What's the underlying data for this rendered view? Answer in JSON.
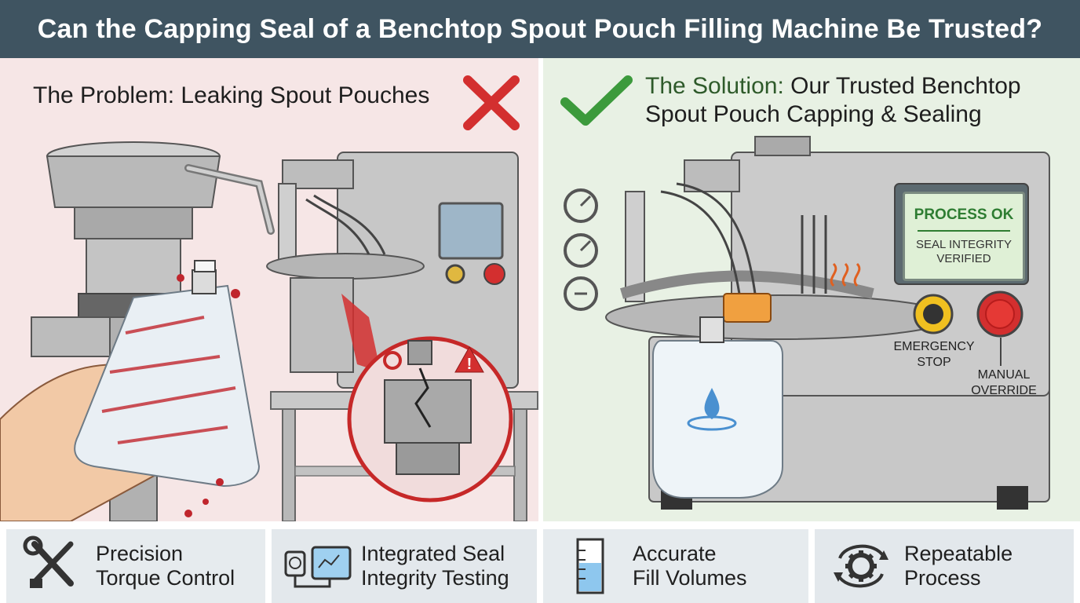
{
  "header": {
    "title": "Can the Capping Seal of a Benchtop Spout Pouch Filling Machine Be Trusted?"
  },
  "problem": {
    "title": "The Problem: Leaking Spout Pouches",
    "colors": {
      "bad": "#d32f2f"
    }
  },
  "solution": {
    "title_lead": "The Solution:",
    "title_rest": " Our Trusted Benchtop",
    "title_line2": "Spout Pouch Capping & Sealing",
    "screen": {
      "status": "PROCESS OK",
      "message_line1": "SEAL INTEGRITY",
      "message_line2": "VERIFIED"
    },
    "buttons": {
      "emergency_line1": "EMERGENCY",
      "emergency_line2": "STOP",
      "manual_line1": "MANUAL",
      "manual_line2": "OVERRIDE"
    },
    "colors": {
      "good": "#3c9a3c"
    }
  },
  "features": [
    {
      "line1": "Precision",
      "line2": "Torque Control",
      "icon": "wrench-screwdriver-icon"
    },
    {
      "line1": "Integrated Seal",
      "line2": "Integrity Testing",
      "icon": "gauge-tester-icon"
    },
    {
      "line1": "Accurate",
      "line2": "Fill Volumes",
      "icon": "measuring-beaker-icon"
    },
    {
      "line1": "Repeatable",
      "line2": "Process",
      "icon": "gear-cycle-icon"
    }
  ]
}
